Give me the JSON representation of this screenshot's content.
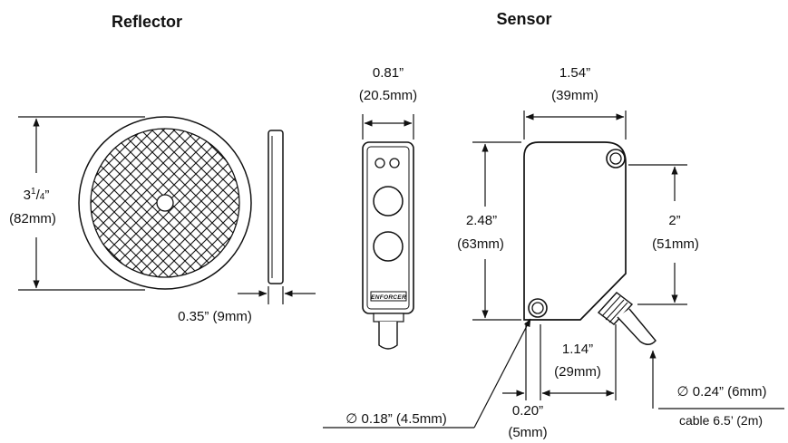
{
  "titles": {
    "reflector": "Reflector",
    "sensor": "Sensor"
  },
  "reflector": {
    "diameter_a": "3",
    "diameter_sup": "1",
    "diameter_b": "/",
    "diameter_sub": "4",
    "diameter_c": "”",
    "diameter_mm": "(82mm)",
    "thickness": "0.35” (9mm)"
  },
  "sensor_front": {
    "width_in": "0.81”",
    "width_mm": "(20.5mm)",
    "brand": "ENFORCER"
  },
  "sensor_side": {
    "width_in": "1.54”",
    "width_mm": "(39mm)",
    "height_in": "2.48”",
    "height_mm": "(63mm)",
    "hole_spacing_in": "2”",
    "hole_spacing_mm": "(51mm)",
    "hole_offset_in": "1.14”",
    "hole_offset_mm": "(29mm)",
    "edge_in": "0.20”",
    "edge_mm": "(5mm)",
    "hole_dia": "∅ 0.18” (4.5mm)",
    "cable_dia": "∅ 0.24” (6mm)",
    "cable_len": "cable 6.5’ (2m)"
  },
  "colors": {
    "line": "#111111",
    "background": "#ffffff"
  }
}
